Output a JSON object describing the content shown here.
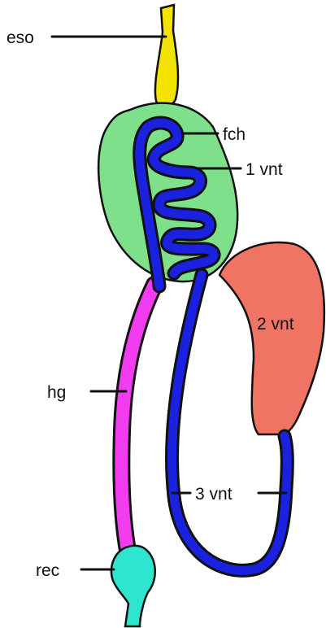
{
  "diagram": {
    "labels": {
      "eso": "eso",
      "fch": "fch",
      "vnt1": "1 vnt",
      "vnt2": "2 vnt",
      "hg": "hg",
      "vnt3": "3 vnt",
      "rec": "rec"
    },
    "colors": {
      "esophagus": "#f2e400",
      "food_chamber": "#7fe08c",
      "ventriculus_tube": "#1a22e0",
      "second_ventriculus": "#f07464",
      "hindgut": "#f23cf0",
      "rectum": "#2ee6d0",
      "outline": "#111111"
    }
  }
}
